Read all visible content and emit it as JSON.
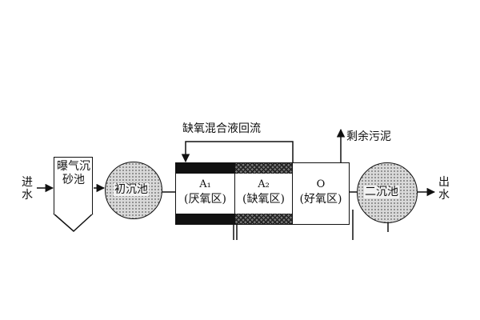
{
  "inflow_label": "进水",
  "outflow_label": "出水",
  "grit_chamber_label": "曝气沉砂池",
  "primary_clarifier_label": "初沉池",
  "secondary_clarifier_label": "二沉池",
  "internal_return_label": "缺氧混合液回流",
  "excess_sludge_label": "剩余污泥",
  "zones": [
    {
      "name": "A₁",
      "desc": "(厌氧区)"
    },
    {
      "name": "A₂",
      "desc": "(缺氧区)"
    },
    {
      "name": "O",
      "desc": "(好氧区)"
    }
  ]
}
